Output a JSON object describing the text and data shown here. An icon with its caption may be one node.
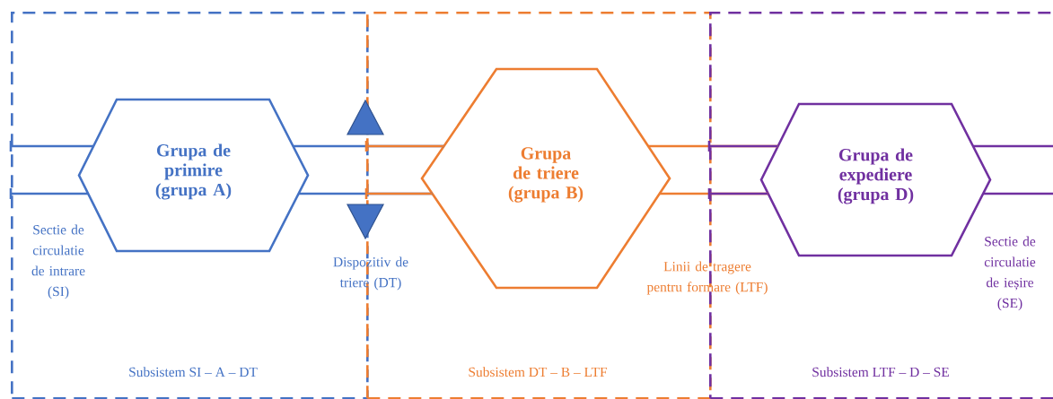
{
  "diagram": {
    "nodes": [
      {
        "text": [
          "Subsistem SI – A – DT"
        ]
      },
      {
        "text": [
          "Grupa de primire (grupa A)"
        ],
        "in": 0
      },
      {
        "text": [
          "Subsistem DT – B – LTF"
        ]
      },
      {
        "text": [
          "Grupa de triere (grupa B)"
        ],
        "in": 2
      },
      {
        "text": [
          "Subsistem LTF – D – SE"
        ]
      },
      {
        "text": [
          "Grupa de expediere (grupa D)"
        ],
        "in": 4
      }
    ],
    "edges": [
      {
        "from": null,
        "to": 1,
        "arrow": "none",
        "color": "#4472c4"
      },
      {
        "from": null,
        "to": 1,
        "arrow": "none",
        "color": "#4472c4"
      },
      {
        "from": 1,
        "to": 3,
        "arrow": "none",
        "color": "#4472c4"
      },
      {
        "from": 1,
        "to": 3,
        "arrow": "none",
        "color": "#4472c4"
      },
      {
        "from": 3,
        "to": 5,
        "arrow": "none",
        "color": "#ed7d31"
      },
      {
        "from": 3,
        "to": 5,
        "arrow": "none",
        "color": "#ed7d31"
      },
      {
        "from": 5,
        "to": null,
        "arrow": "none",
        "color": "#7030a0"
      },
      {
        "from": 5,
        "to": null,
        "arrow": "none",
        "color": "#7030a0"
      }
    ],
    "labels": [
      "Sectie de circulatie de intrare (SI)",
      "Dispozitiv de triere (DT)",
      "Linii de tragere pentru formare (LTF)",
      "Sectie de circulatie de ieșire (SE)"
    ]
  }
}
